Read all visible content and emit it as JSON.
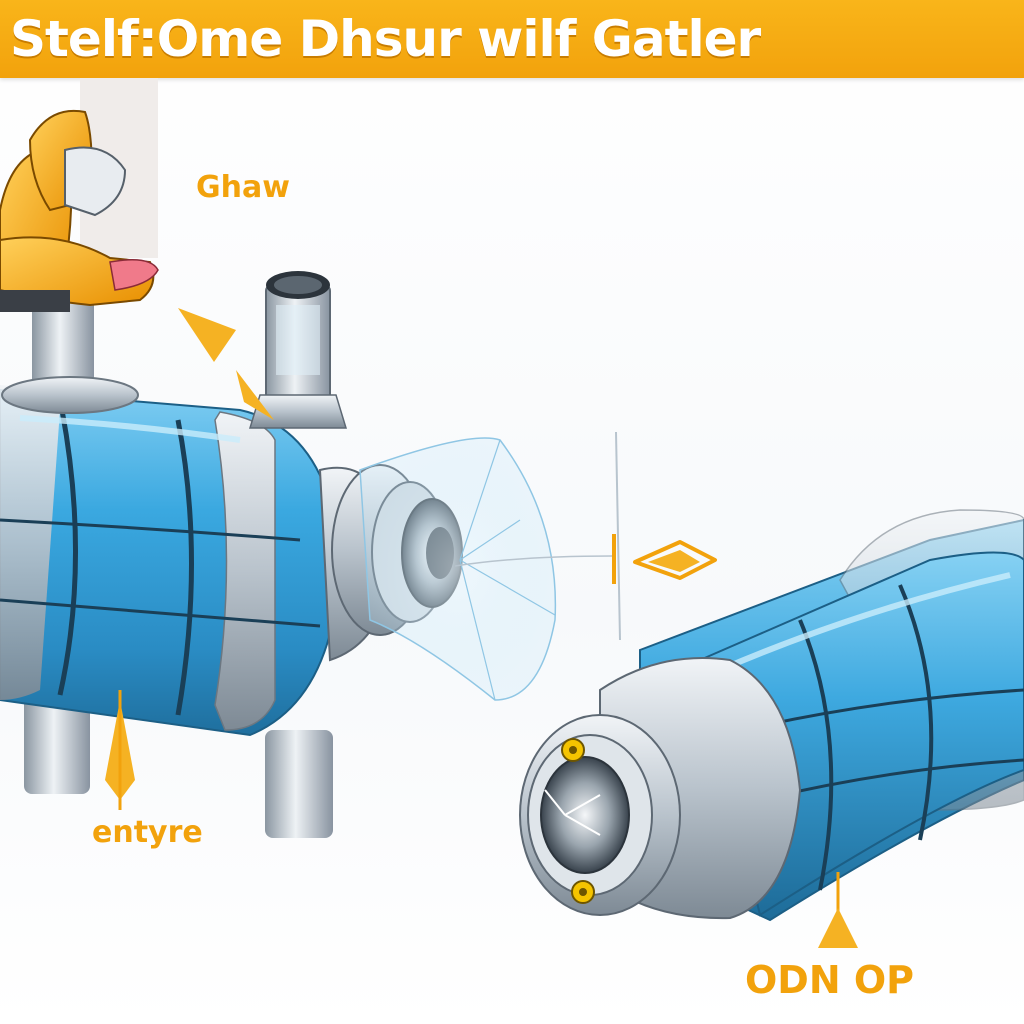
{
  "header": {
    "title": "Stelf:Ome Dhsur wilf Gatler"
  },
  "labels": {
    "top": "Ghaw",
    "left_bottom": "entyre",
    "right_bottom": "ODN OP"
  },
  "colors": {
    "accent": "#f2a20c",
    "cylinder_blue": "#3aa8e0",
    "metal_silver": "#b9c3cc",
    "robot_yellow": "#f2a20c"
  },
  "icons": {
    "arrow_top": "arrow-down-right-icon",
    "arrow_left": "arrow-up-icon",
    "arrow_right": "arrow-up-icon",
    "arrow_middle": "arrow-left-icon"
  }
}
